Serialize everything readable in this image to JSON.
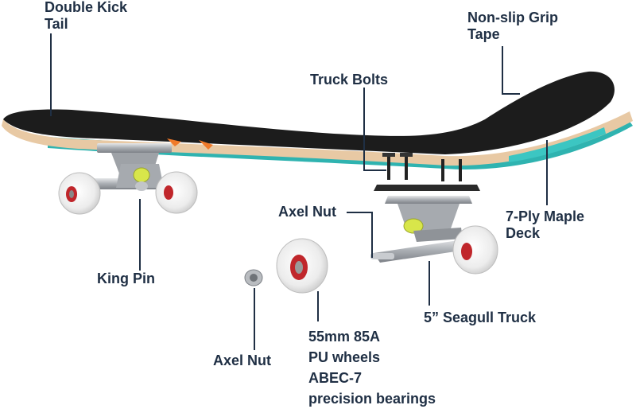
{
  "labels": {
    "double_kick_tail": [
      "Double Kick",
      "Tail"
    ],
    "grip_tape": [
      "Non-slip Grip",
      "Tape"
    ],
    "truck_bolts": "Truck Bolts",
    "axel_nut_upper": "Axel Nut",
    "maple_deck": [
      "7-Ply Maple",
      "Deck"
    ],
    "king_pin": "King Pin",
    "seagull_truck": "5” Seagull Truck",
    "axel_nut_lower": "Axel Nut",
    "wheels": [
      "55mm 85A",
      "PU wheels",
      "ABEC-7",
      "precision bearings"
    ]
  },
  "colors": {
    "label_text": "#1f2f44",
    "leader_line": "#1f2f44",
    "deck_top": "#1c1c1c",
    "deck_ply": "#e8c9a4",
    "deck_bottom": "#2fb3b0",
    "wheel": "#efefef",
    "bearing": "#c0262b",
    "truck_metal": "#b9bcc0",
    "bushing": "#d8e64a"
  }
}
